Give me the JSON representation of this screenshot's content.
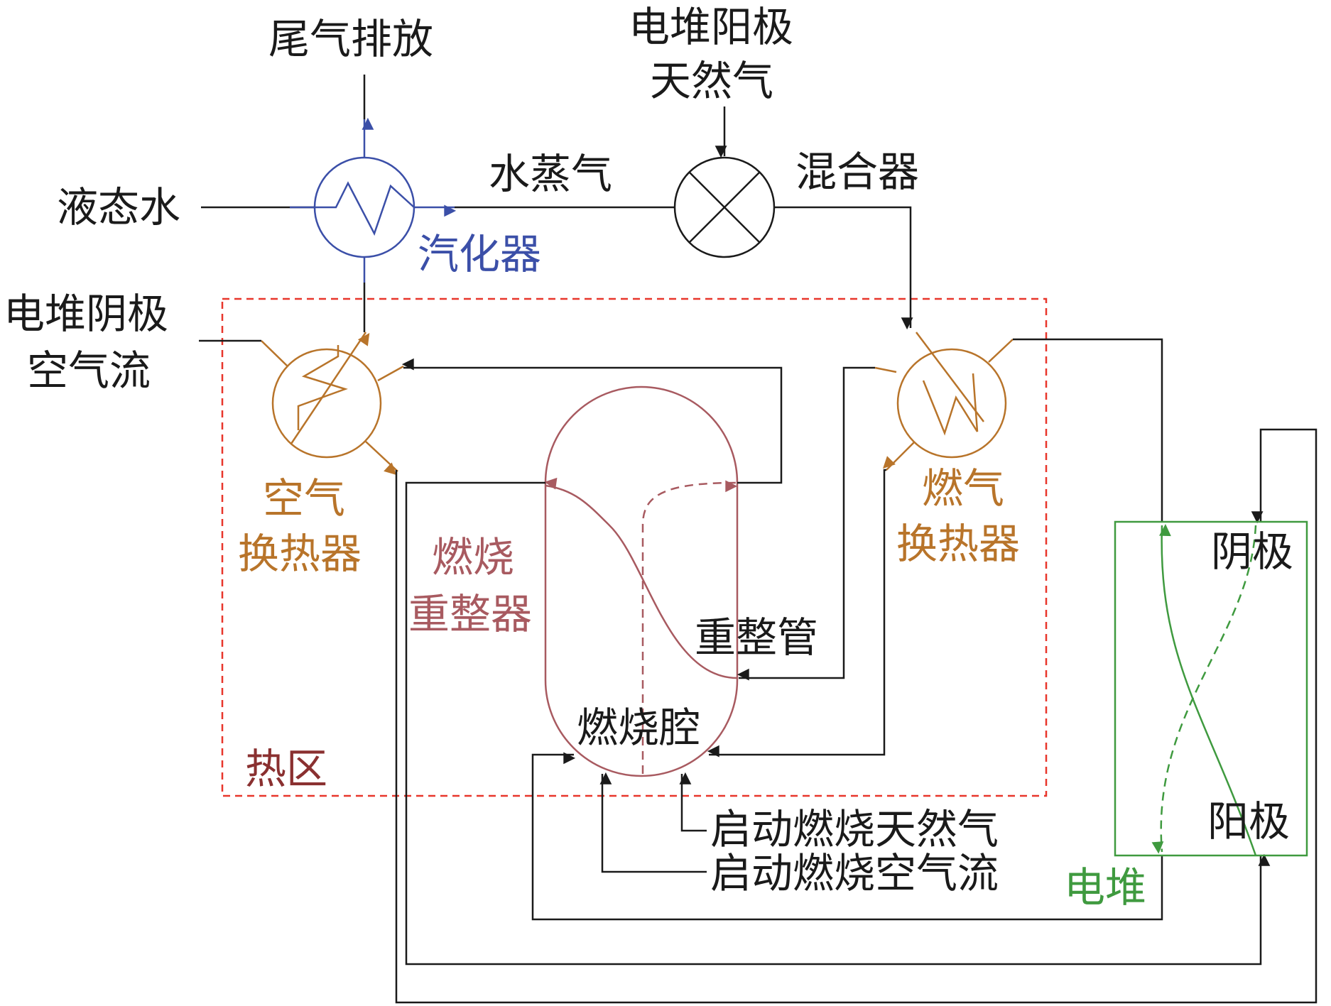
{
  "colors": {
    "black": "#1a1a1a",
    "vaporizer": "#3b4fa8",
    "heat_exchanger": "#b8742a",
    "reformer": "#a85a60",
    "hot_zone_border": "#e8362b",
    "hot_zone_label": "#8a3030",
    "stack": "#3f9a3f"
  },
  "labels": {
    "exhaust": "尾气排放",
    "anode_gas_l1": "电堆阳极",
    "anode_gas_l2": "天然气",
    "liquid_water": "液态水",
    "steam": "水蒸气",
    "mixer": "混合器",
    "vaporizer": "汽化器",
    "cathode_air_l1": "电堆阴极",
    "cathode_air_l2": "空气流",
    "air_hx_l1": "空气",
    "air_hx_l2": "换热器",
    "fuel_hx_l1": "燃气",
    "fuel_hx_l2": "换热器",
    "reformer_l1": "燃烧",
    "reformer_l2": "重整器",
    "reforming_tube": "重整管",
    "combustion_chamber": "燃烧腔",
    "hot_zone": "热区",
    "cathode": "阴极",
    "anode": "阳极",
    "stack": "电堆",
    "startup_gas": "启动燃烧天然气",
    "startup_air": "启动燃烧空气流"
  }
}
